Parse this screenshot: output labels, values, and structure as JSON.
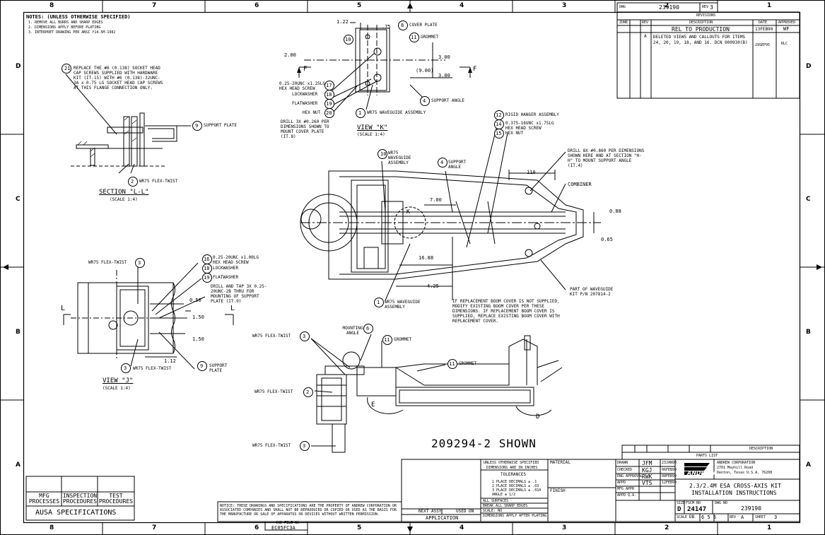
{
  "zones_top": [
    "8",
    "7",
    "6",
    "5",
    "4",
    "3",
    "2",
    "1"
  ],
  "zones_bottom": [
    "8",
    "7",
    "6",
    "5",
    "4",
    "3",
    "2",
    "1"
  ],
  "zones_side": [
    "D",
    "C",
    "B",
    "A"
  ],
  "notes": {
    "title": "NOTES: (UNLESS OTHERWISE SPECIFIED)",
    "lines": [
      "1. REMOVE ALL BURRS AND SHARP EDGES",
      "2. DIMENSIONS APPLY BEFORE PLATING",
      "3. INTERPRET DRAWING PER ANSI Y14.5M-1982"
    ]
  },
  "drawing_number_box": {
    "prefix": "DWG",
    "number": "239190",
    "rev_label": "REV",
    "rev": "3"
  },
  "revisions": {
    "title": "REVISIONS",
    "headers": [
      "ZONE",
      "REV",
      "DESCRIPTION",
      "DATE",
      "APPROVED"
    ],
    "rows": [
      {
        "zone": "",
        "rev": "",
        "description": "REL TO PRODUCTION",
        "date": "13FEB90",
        "approved": "WF"
      },
      {
        "zone": "",
        "rev": "A",
        "description": "DELETED VIEWS AND CALLOUTS FOR ITEMS 24, 20, 19, 18, AND 16. DCN 000930(B)",
        "date": "29SEP95",
        "approved": "RLC"
      }
    ]
  },
  "section_ll": {
    "callout_21": "21",
    "note_21": "REPLACE THE #6 (0.138) SOCKET HEAD CAP SCREWS SUPPLIED WITH HARDWARE KIT (IT.15) WITH #6 (0.138)-32UNC-3A x 0.75 LG SOCKET HEAD CAP SCREWS AT THIS FLANGE CONNECTION ONLY.",
    "callout_9": "9",
    "label_9": "SUPPORT PLATE",
    "callout_2": "2",
    "label_2": "WR75 FLEX-TWIST",
    "title": "SECTION \"L-L\"",
    "scale": "(SCALE 1:4)"
  },
  "view_k": {
    "dims": {
      "d122": "1.22",
      "d75": ".75",
      "d200": "2.00",
      "d300a": "3.00",
      "d900": "(9.00)",
      "d300b": "3.00"
    },
    "c8": "8",
    "l8": "COVER PLATE",
    "c10": "10",
    "c11": "11",
    "l11": "GROMMET",
    "c17": "17",
    "l17": "0.25-20UNC x1.25LG HEX HEAD SCREW",
    "c18": "18",
    "l18": "LOCKWASHER",
    "c19": "19",
    "l19": "FLATWASHER",
    "c20": "20",
    "l20": "HEX NUT",
    "c4": "4",
    "l4": "SUPPORT ANGLE",
    "c1": "1",
    "l1": "WR75 WAVEGUIDE ASSEMBLY",
    "drill_note": "DRILL 3X #0.260 PER DIMENSIONS SHOWN TO MOUNT COVER PLATE (IT.8)",
    "f_left": "F",
    "f_right": "F",
    "title": "VIEW \"K\"",
    "scale": "(SCALE 1:4)"
  },
  "main_view": {
    "c10": "10",
    "l10": "WR75 WAVEGUIDE ASSEMBLY",
    "c4": "4",
    "l4": "SUPPORT ANGLE",
    "c12": "12",
    "l12": "RIGID HANGER ASSEMBLY",
    "c14": "14",
    "l14": "0.375-16UNC x1.75LG HEX HEAD SCREW",
    "c15": "15",
    "l15": "HEX NUT",
    "drill_note": "DRILL 8X #0.860 PER DIMENSIONS SHOWN HERE AND AT SECTION \"H-H\" TO MOUNT SUPPORT ANGLE (IT.4)",
    "combiner": "COMBINER",
    "d110": "110",
    "d700": "7.00",
    "d088": "0.88",
    "d065": "0.65",
    "d1688": "16.88",
    "d425": "4.25",
    "k_label": "K",
    "c1": "1",
    "l1": "WR75 WAVEGUIDE ASSEMBLY",
    "boom_note": "IF REPLACEMENT BOOM COVER IS NOT SUPPLIED, MODIFY EXISTING BOOM COVER PER THESE DIMENSIONS. IF REPLACEMENT BOOM COVER IS SUPPLIED, REPLACE EXISTING BOOM COVER WITH REPLACEMENT COVER.",
    "part_note": "PART OF WAVEGUIDE KIT P/N 207814-2"
  },
  "view_j": {
    "l3top": "WR75 FLEX-TWIST",
    "c3top": "3",
    "c16": "16",
    "l16": "0.25-20UNC x1.00LG HEX HEAD SCREW",
    "c18": "18",
    "l18": "LOCKWASHER",
    "c19": "19",
    "l19": "FLATWASHER",
    "drill_note": "DRILL AND TAP 3X 0.25-20UNC-2B THRU FOR MOUNTING OF SUPPORT PLATE (IT.9)",
    "d050": "0.50",
    "d150a": "1.50",
    "d150b": "1.50",
    "d112": "1.12",
    "l_left": "L",
    "l_right": "L",
    "c3bot": "3",
    "l3bot": "WR75 FLEX-TWIST",
    "c9": "9",
    "l9": "SUPPORT PLATE",
    "title": "VIEW \"J\"",
    "scale": "(SCALE 1:4)"
  },
  "lower_view": {
    "l3a": "WR75 FLEX-TWIST",
    "c3a": "3",
    "l6": "MOUNTING ANGLE",
    "c6": "6",
    "c11a": "11",
    "l11a": "GROMMET",
    "c11b": "11",
    "l11b": "GROMMET",
    "l2": "WR75 FLEX-TWIST",
    "c2": "2",
    "e_label": "E",
    "d_label": "D",
    "l3b": "WR75 FLEX-TWIST",
    "c3b": "3"
  },
  "shown": "209294-2 SHOWN",
  "mfg_block": {
    "cols": [
      "MFG PROCESSES",
      "INSPECTION PROCEDURES",
      "TEST PROCEDURES"
    ],
    "spec": "AUSA SPECIFICATIONS"
  },
  "proprietary": "NOTICE: THESE DRAWINGS AND SPECIFICATIONS ARE THE PROPERTY OF ANDREW CORPORATION OR ASSOCIATED COMPANIES AND SHALL NOT BE REPRODUCED OR COPIED OR USED AS THE BASIS FOR THE MANUFACTURE OR SALE OF APPARATUS OR DEVICES WITHOUT WRITTEN PERMISSION.",
  "cad_file": {
    "label": "CAD FILE NA",
    "value": "EC05FC3A"
  },
  "application": {
    "next_assy": "NEXT ASSY",
    "used_on": "USED ON",
    "title": "APPLICATION"
  },
  "tolerances": {
    "head1": "UNLESS OTHERWISE SPECIFIED",
    "head2": "DIMENSIONS ARE IN INCHES",
    "title": "TOLERANCES",
    "l1": "1 PLACE DECIMALS ± .1",
    "l2": "2 PLACE DECIMALS ± .03",
    "l3": "3 PLACE DECIMALS ± .010",
    "l4": "ANGLE ± 1/2",
    "f1": "ALL SURFACES",
    "f2": "BREAK ALL SHARP EDGES",
    "f3": "SCALE: NO",
    "f4": "DIMENSIONS APPLY AFTER PLATING"
  },
  "material": "MATERIAL",
  "finish": "FINISH",
  "signoff": {
    "rows": [
      {
        "role": "DRAWN",
        "name": "JFM",
        "date": "23JAN90"
      },
      {
        "role": "CHECKED",
        "name": "KGJ",
        "date": "06FEB90"
      },
      {
        "role": "ENG APPROVAL",
        "name": "RWK",
        "date": "08FEB90"
      },
      {
        "role": "APPD",
        "name": "VTS",
        "date": "12FEB90"
      },
      {
        "role": "MFG APPR",
        "name": "",
        "date": ""
      },
      {
        "role": "APPD Q.A.",
        "name": "",
        "date": ""
      }
    ]
  },
  "company": {
    "logo": "ANDREW",
    "name": "ANDREW CORPORATION",
    "addr1": "2701 Mayhill Road",
    "addr2": "Denton, Texas  U.S.A. 76208"
  },
  "title_block": {
    "title1": "2.3/2.4M ESA CROSS-AXIS KIT",
    "title2": "INSTALLATION INSTRUCTIONS",
    "size_label": "SIZE",
    "size": "D",
    "fscm_label": "FSCM NO",
    "fscm": "24147",
    "dwg_label": "DWG NO",
    "dwg": "239190",
    "scale_label": "SCALE",
    "scale": "DB",
    "sheet_label": "SHEET",
    "sheet": "3",
    "fmt": "6 5 6",
    "rev_label": "REV",
    "rev": "A"
  },
  "parts_list": {
    "title": "PARTS LIST",
    "description": "DESCRIPTION"
  }
}
